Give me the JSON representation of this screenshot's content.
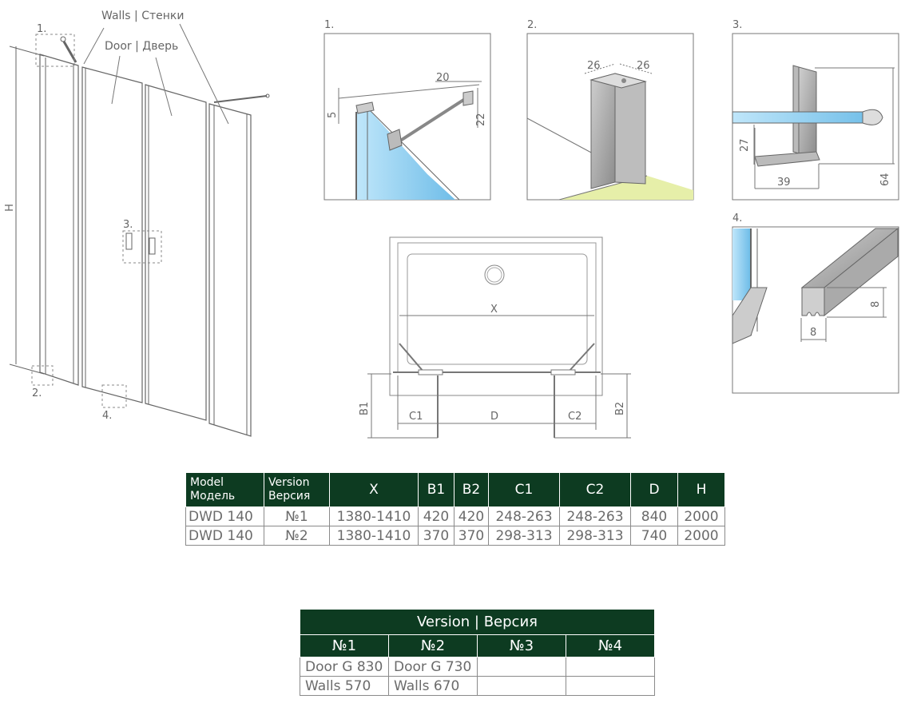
{
  "labels": {
    "walls": "Walls | Стенки",
    "door": "Door | Дверь",
    "height": "H",
    "callout_1": "1.",
    "callout_2": "2.",
    "callout_3": "3.",
    "callout_4": "4."
  },
  "detail_1": {
    "number": "1.",
    "dim_20": "20",
    "dim_5": "5",
    "dim_22": "22"
  },
  "detail_2": {
    "number": "2.",
    "dim_a": "26",
    "dim_b": "26"
  },
  "detail_3": {
    "number": "3.",
    "dim_27": "27",
    "dim_39": "39",
    "dim_64": "64"
  },
  "detail_4": {
    "number": "4.",
    "dim_h": "8",
    "dim_w": "8"
  },
  "plan": {
    "x": "X",
    "b1": "B1",
    "c1": "C1",
    "d": "D",
    "c2": "C2",
    "b2": "B2"
  },
  "spec_table": {
    "headers": {
      "model": "Model",
      "model_ru": "Модель",
      "version": "Version",
      "version_ru": "Версия",
      "x": "X",
      "b1": "B1",
      "b2": "B2",
      "c1": "C1",
      "c2": "C2",
      "d": "D",
      "h": "H"
    },
    "rows": [
      {
        "model": "DWD 140",
        "version": "№1",
        "x": "1380-1410",
        "b1": "420",
        "b2": "420",
        "c1": "248-263",
        "c2": "248-263",
        "d": "840",
        "h": "2000"
      },
      {
        "model": "DWD 140",
        "version": "№2",
        "x": "1380-1410",
        "b1": "370",
        "b2": "370",
        "c1": "298-313",
        "c2": "298-313",
        "d": "740",
        "h": "2000"
      }
    ]
  },
  "version_table": {
    "title": "Version | Версия",
    "columns": [
      "№1",
      "№2",
      "№3",
      "№4"
    ],
    "rows": [
      [
        "Door G 830",
        "Door G 730",
        "",
        ""
      ],
      [
        "Walls 570",
        "Walls 670",
        "",
        ""
      ]
    ]
  },
  "colors": {
    "header_green": "#0d3b21",
    "line": "#666666",
    "glass": "#8fd0f2",
    "floor": "#e6efa9",
    "profile": "#9a9a9a"
  }
}
